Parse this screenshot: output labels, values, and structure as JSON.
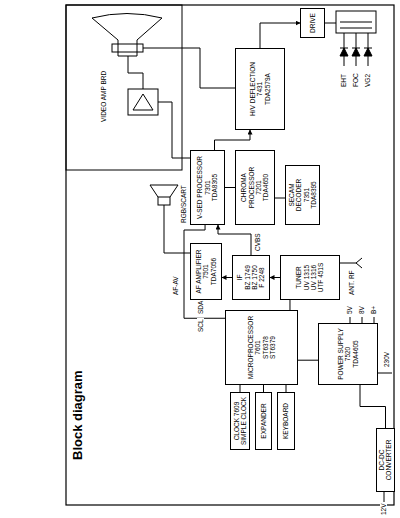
{
  "diagram": {
    "title": "Block diagram",
    "nodes": [
      {
        "text": [
          "AF AMPLIFIER",
          "7501",
          "TDA7056"
        ]
      },
      {
        "text": [
          "V-SED PROCESSOR",
          "7301",
          "TDA8305"
        ]
      },
      {
        "text": [
          "CHROMA PROCESSOR",
          "7201",
          "TDA4650"
        ]
      },
      {
        "text": [
          "H/V DEFLECTION",
          "7431",
          "TDA2579A"
        ]
      },
      {
        "text": [
          "DRIVE"
        ]
      },
      {
        "text": [
          "IF",
          "BZ 1749",
          "BZ 1750",
          "F 2248"
        ]
      },
      {
        "text": [
          "TUNER",
          "UV 1315",
          "UV 1316",
          "UTF 451S"
        ]
      },
      {
        "text": [
          "SECAM DECODER",
          "7351",
          "TDA8395"
        ]
      },
      {
        "text": [
          "MICROPROCESSOR",
          "7601",
          "ST6378",
          "ST6379"
        ]
      },
      {
        "text": [
          "POWER SUPPLY",
          "7520",
          "TDA4605"
        ]
      },
      {
        "text": [
          "CLOCK 7609",
          "SIMPLE CLOCK"
        ]
      },
      {
        "text": [
          "EXPANDER"
        ]
      },
      {
        "text": [
          "KEYBOARD"
        ]
      },
      {
        "text": [
          "DC-DC CONVERTER"
        ]
      }
    ],
    "edges": [
      {
        "from": 6,
        "to": 5,
        "arrow": "to"
      },
      {
        "from": 5,
        "to": 0,
        "arrow": "to"
      },
      {
        "from": 5,
        "to": 1,
        "arrow": "to"
      },
      {
        "from": 2,
        "to": 1,
        "arrow": "none"
      },
      {
        "from": 7,
        "to": 2,
        "arrow": "none"
      },
      {
        "from": 1,
        "to": 3,
        "arrow": "to"
      },
      {
        "from": 3,
        "to": 4,
        "arrow": "to"
      },
      {
        "from": 8,
        "to": 6,
        "arrow": "none"
      },
      {
        "from": 8,
        "to": 1,
        "arrow": "none"
      },
      {
        "from": 10,
        "to": 8,
        "arrow": "none"
      },
      {
        "from": 11,
        "to": 8,
        "arrow": "none"
      },
      {
        "from": 12,
        "to": 8,
        "arrow": "none"
      },
      {
        "from": 13,
        "to": 9,
        "arrow": "none"
      },
      {
        "from": 9,
        "to": 8,
        "arrow": "none"
      }
    ],
    "labels": [
      "VIDEO AMP BRD",
      "ANT. RF",
      "230V",
      "12V",
      "EHT",
      "FOC",
      "VG2",
      "RGB/SCART",
      "AF-AV",
      "CVBS",
      "SDA",
      "SCL",
      "5V",
      "8V",
      "B+"
    ]
  }
}
